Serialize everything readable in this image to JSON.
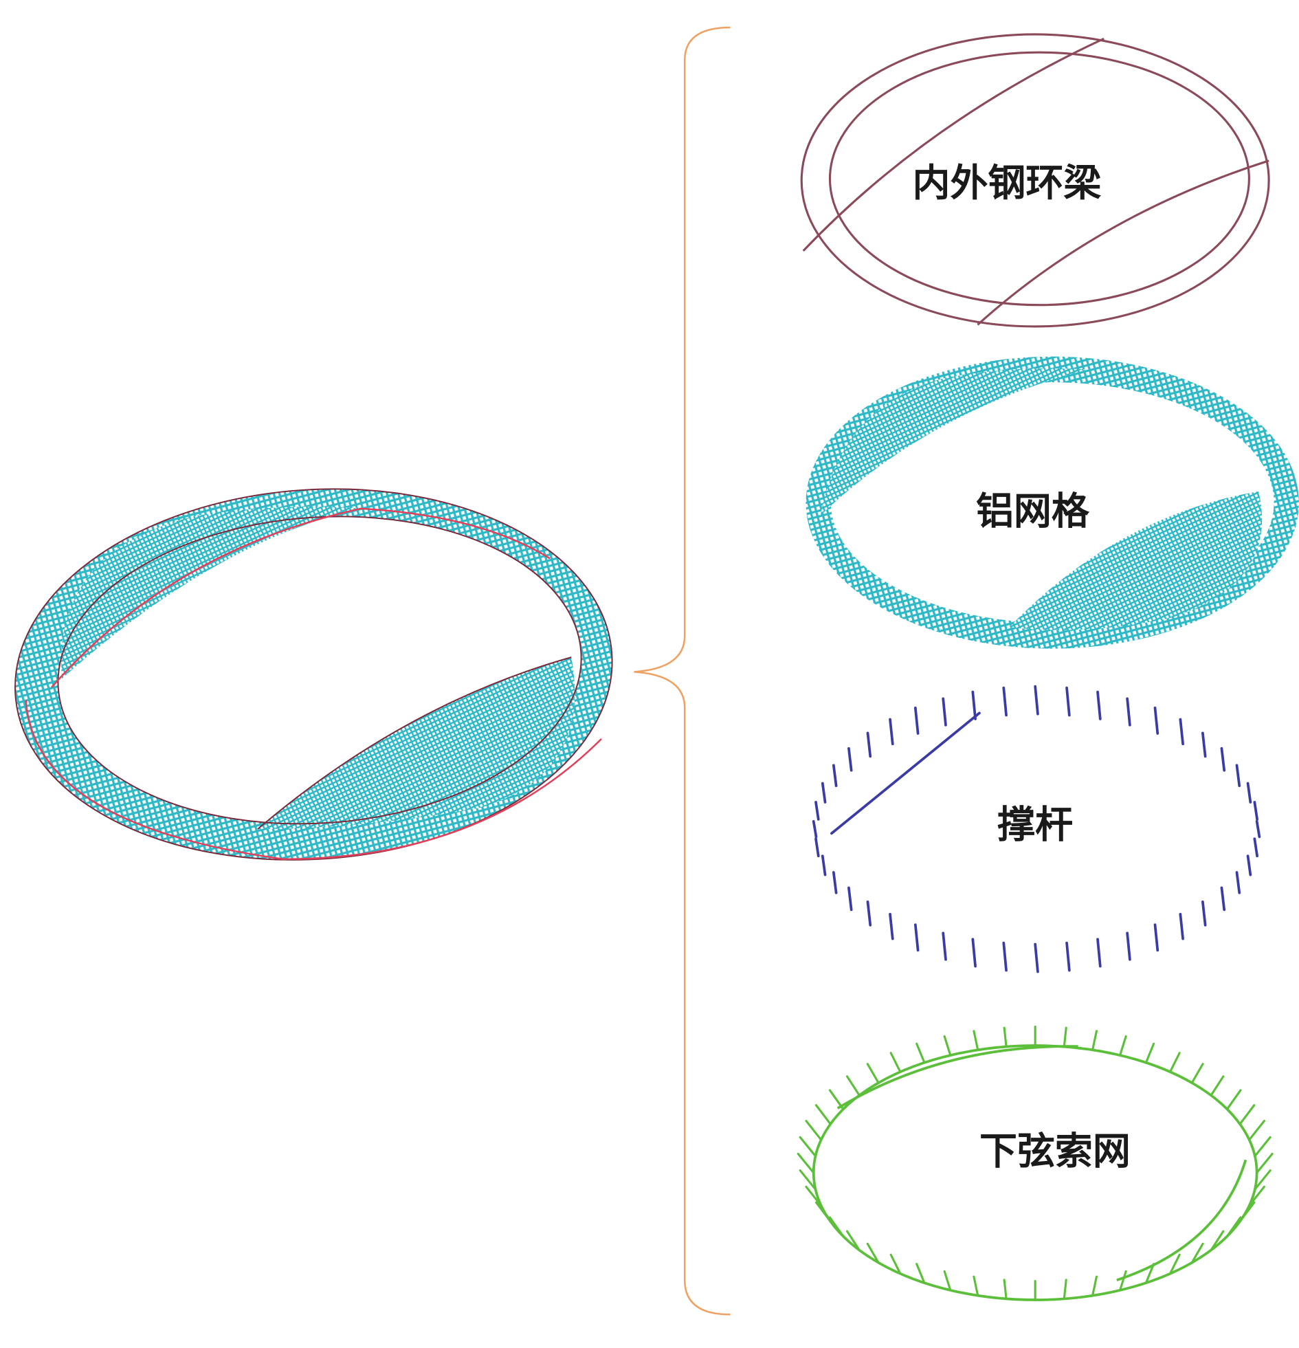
{
  "colors": {
    "aluminum_grid": "#2fb8c6",
    "steel_ring": "#8b4a5a",
    "cable": "#e2405a",
    "strut": "#3b3ba6",
    "lower_cable_net": "#5cbf3a",
    "bracket": "#f0a060"
  },
  "components": [
    {
      "label": "内外钢环梁"
    },
    {
      "label": "铝网格"
    },
    {
      "label": "撑杆"
    },
    {
      "label": "下弦索网"
    }
  ]
}
